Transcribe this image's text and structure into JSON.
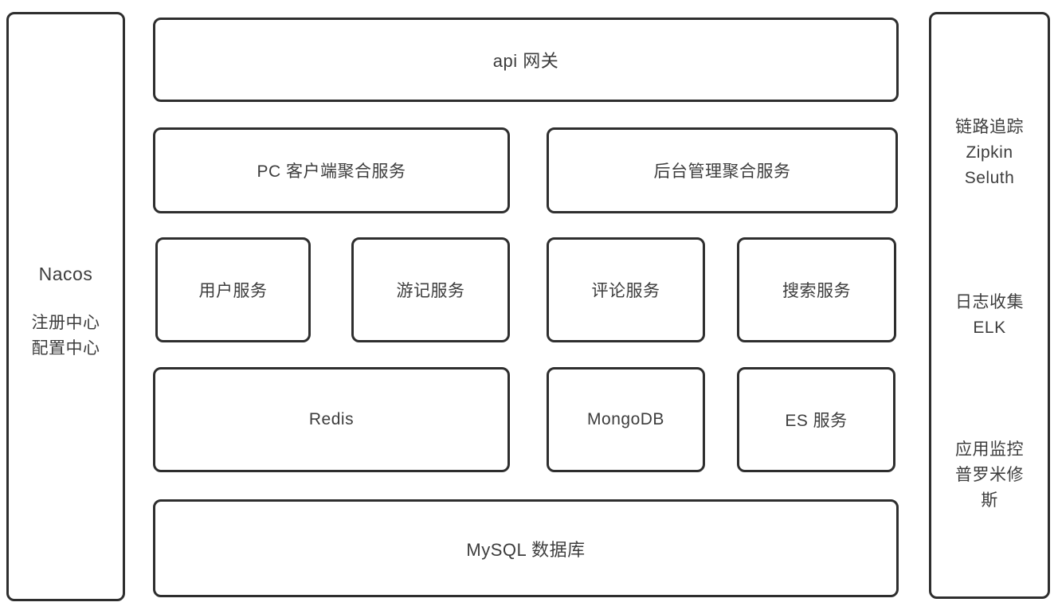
{
  "diagram": {
    "left_panel": {
      "title": "Nacos",
      "line1": "注册中心",
      "line2": "配置中心"
    },
    "right_panel": {
      "tracing": {
        "line1": "链路追踪",
        "line2": "Zipkin",
        "line3": "Seluth"
      },
      "logging": {
        "line1": "日志收集",
        "line2": "ELK"
      },
      "monitoring": {
        "line1": "应用监控",
        "line2": "普罗米修斯"
      }
    },
    "gateway": "api 网关",
    "aggregation": {
      "pc": "PC 客户端聚合服务",
      "admin": "后台管理聚合服务"
    },
    "services": {
      "user": "用户服务",
      "travel": "游记服务",
      "comment": "评论服务",
      "search": "搜索服务"
    },
    "storage": {
      "redis": "Redis",
      "mongodb": "MongoDB",
      "es": "ES 服务"
    },
    "database": "MySQL 数据库",
    "colors": {
      "border": "#2e2e2e",
      "text": "#3d3d3d",
      "background": "#ffffff"
    }
  }
}
